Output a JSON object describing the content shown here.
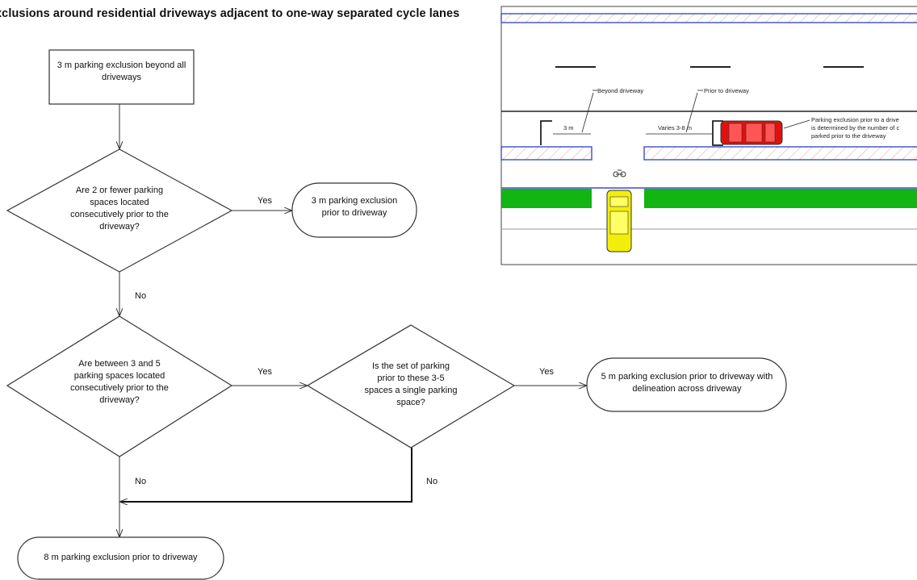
{
  "title": "xclusions around residential driveways adjacent to one-way separated cycle lanes",
  "flowchart": {
    "start": "3 m parking exclusion beyond all driveways",
    "q1": "Are 2 or fewer parking spaces located consecutively prior to the driveway?",
    "r1": "3 m parking exclusion prior to driveway",
    "q2": "Are between 3 and 5 parking spaces located consecutively prior to the driveway?",
    "q3": "Is the set of parking prior to these 3-5 spaces a single parking space?",
    "r2": "5 m parking exclusion prior to driveway with delineation across driveway",
    "r3": "8 m parking exclusion prior to driveway",
    "yes": "Yes",
    "no": "No"
  },
  "diagram": {
    "beyond_driveway": "Beyond driveway",
    "prior_to_driveway": "Prior to driveway",
    "dim_3m": "3 m",
    "dim_varies": "Varies 3-8 m",
    "note_line1": "Parking exclusion prior to a drive",
    "note_line2": "is determined by the number of c",
    "note_line3": "parked prior to the driveway"
  }
}
